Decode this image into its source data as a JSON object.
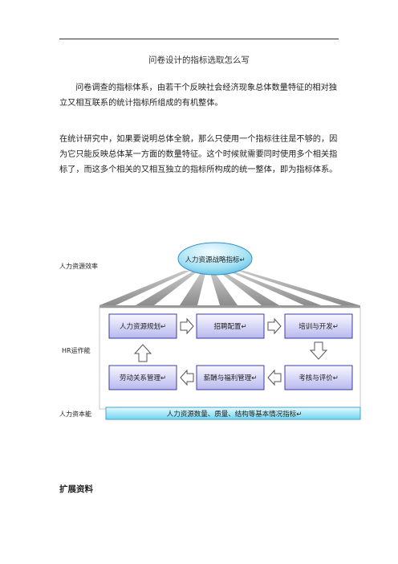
{
  "document": {
    "title": "问卷设计的指标选取怎么写",
    "paragraph1": "问卷调查的指标体系，由若干个反映社会经济现象总体数量特征的相对独立又相互联系的统计指标所组成的有机整体。",
    "paragraph2": "在统计研究中，如果要说明总体全貌，那么只使用一个指标往往是不够的，因为它只能反映总体某一方面的数量特征。这个时候就需要同时使用多个相关指标了，而这多个相关的又相互独立的指标所构成的统一整体，即为指标体系。",
    "section_heading": "扩展资料"
  },
  "diagram": {
    "row_labels": {
      "efficiency": "人力资源效率",
      "operation": "HR运作能",
      "capital": "人力资本能"
    },
    "top_ellipse": "人力资源战略指标↵",
    "boxes": {
      "planning": "人力资源规划↵",
      "recruiting": "招聘配置↵",
      "training": "培训与开发↵",
      "labor": "劳动关系管理↵",
      "compensation": "薪酬与福利管理↵",
      "appraisal": "考核与评价↵"
    },
    "bottom_bar": "人力资源数量、质量、结构等基本情况指标↵",
    "colors": {
      "box_top": "#f8f8ff",
      "box_bottom": "#b8b8ee",
      "bar_top": "#e4fbff",
      "bar_bottom": "#70d4f0",
      "ellipse_top": "#eefbff",
      "ellipse_bottom": "#62c6e8"
    }
  }
}
